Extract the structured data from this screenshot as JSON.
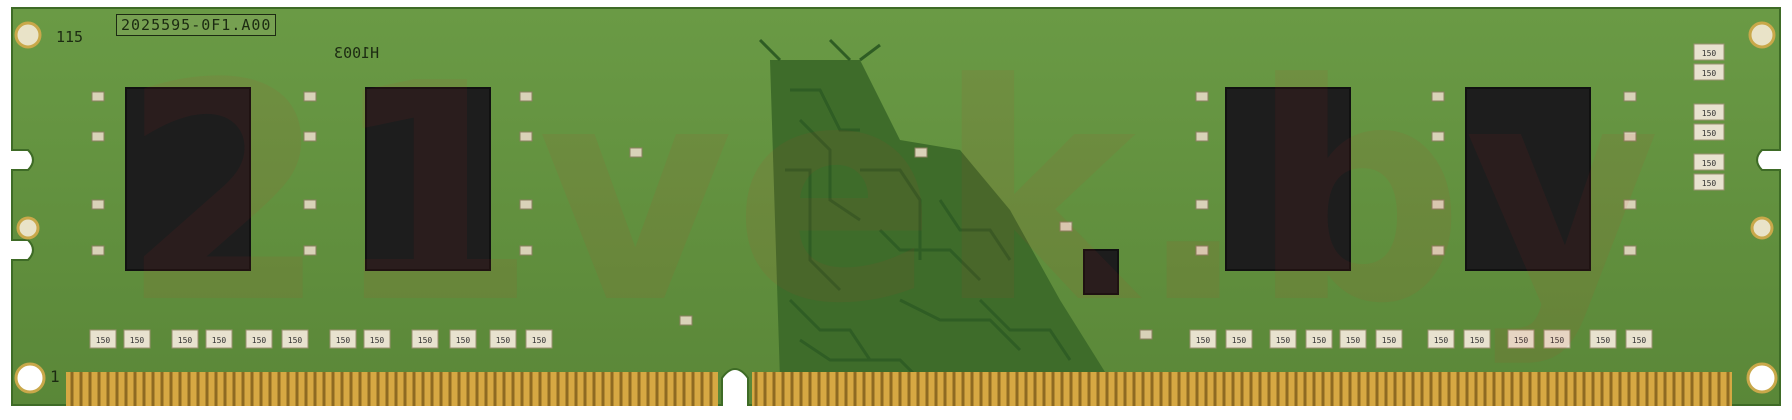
{
  "pcb": {
    "part_number": "2025595-0F1.A00",
    "model_number": "115",
    "pcb_code": "H1003",
    "pin_marker": "1",
    "resistor_code": "150"
  },
  "watermark": {
    "text": "21vek.by"
  },
  "colors": {
    "board": "#5f8d3c",
    "board_dark": "#4f7b31",
    "chip": "#1d1d1d",
    "gold": "#c99a35",
    "trace": "#2f5d24",
    "silk": "#1c2a12"
  }
}
